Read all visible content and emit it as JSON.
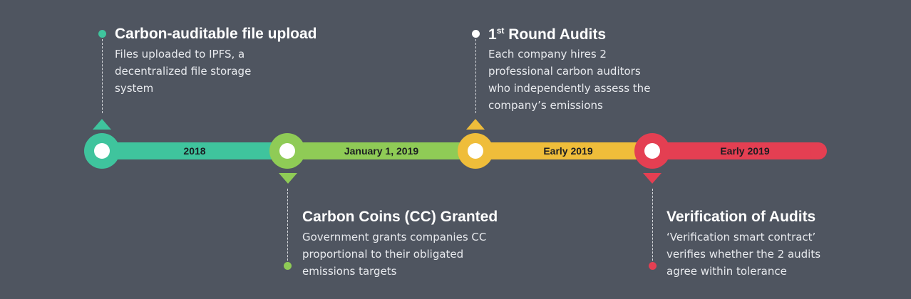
{
  "colors": {
    "background": "#4f5560",
    "teal": "#3fc49d",
    "green": "#8fcb56",
    "yellow": "#efbd3a",
    "red": "#e43f52"
  },
  "timeline": {
    "segments": [
      {
        "label": "2018"
      },
      {
        "label": "January 1, 2019"
      },
      {
        "label": "Early 2019"
      },
      {
        "label": "Early 2019"
      }
    ]
  },
  "milestones": [
    {
      "title": "Carbon-auditable file upload",
      "description": "Files uploaded to IPFS, a decentralized file storage system"
    },
    {
      "title": "Carbon Coins (CC) Granted",
      "description": "Government grants companies CC proportional to their obligated emissions targets"
    },
    {
      "title_prefix": "1",
      "title_sup": "st",
      "title_rest": " Round Audits",
      "description": "Each company hires 2 professional carbon auditors who independently assess the company’s emissions"
    },
    {
      "title": "Verification of Audits",
      "description": "‘Verification smart contract’ verifies whether the 2 audits agree within tolerance"
    }
  ]
}
